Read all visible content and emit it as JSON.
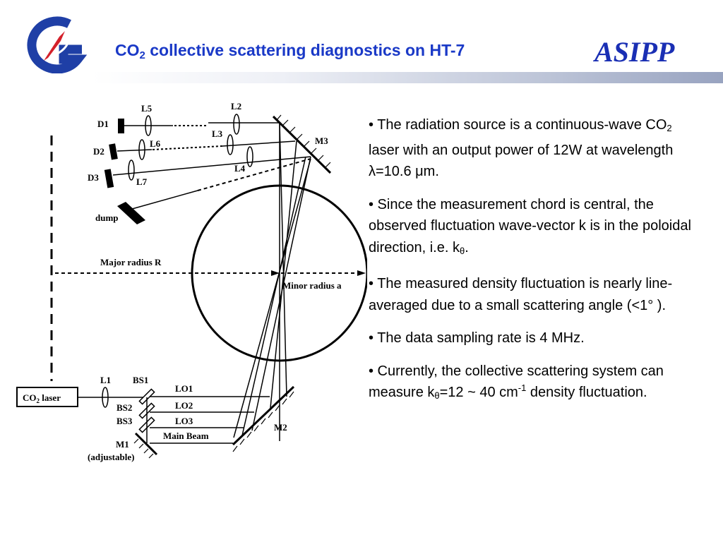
{
  "header": {
    "title_part1": "CO",
    "title_sub": "2",
    "title_part2": " collective scattering diagnostics on HT-7",
    "brand": "ASIPP"
  },
  "colors": {
    "title": "#1a39c7",
    "brand": "#1a2fb4",
    "logo_blue": "#1f3fa6",
    "logo_red": "#d4202a"
  },
  "icons": {
    "logo": "asipp-logo-icon"
  },
  "diagram": {
    "labels": {
      "d1": "D1",
      "d2": "D2",
      "d3": "D3",
      "l1": "L1",
      "l2": "L2",
      "l3": "L3",
      "l4": "L4",
      "l5": "L5",
      "l6": "L6",
      "l7": "L7",
      "m1": "M1",
      "m1_note": "(adjustable)",
      "m2": "M2",
      "m3": "M3",
      "dump": "dump",
      "major_radius": "Major radius R",
      "minor_radius": "Minor radius a",
      "laser_a": "CO",
      "laser_sub": "2",
      "laser_b": " laser",
      "bs1": "BS1",
      "bs2": "BS2",
      "bs3": "BS3",
      "lo1": "LO1",
      "lo2": "LO2",
      "lo3": "LO3",
      "main_beam": "Main Beam"
    }
  },
  "bullets": {
    "b1_a": "• The radiation source is a continuous-wave CO",
    "b1_sub": "2",
    "b1_b": " laser with an output power of 12W at wavelength λ=10.6 μm.",
    "b2_a": "•  Since the measurement chord is central, the observed fluctuation wave-vector k is in the poloidal direction, i.e. k",
    "b2_sub": "θ",
    "b2_b": ".",
    "b3": "• The measured density fluctuation is nearly line-averaged due to a small scattering angle (<1° ).",
    "b4": "• The data sampling rate is 4 MHz.",
    "b5_a": "• Currently, the collective scattering system  can  measure k",
    "b5_sub": "θ",
    "b5_b": "=12 ~ 40 cm",
    "b5_sup": "-1",
    "b5_c": " density fluctuation."
  }
}
